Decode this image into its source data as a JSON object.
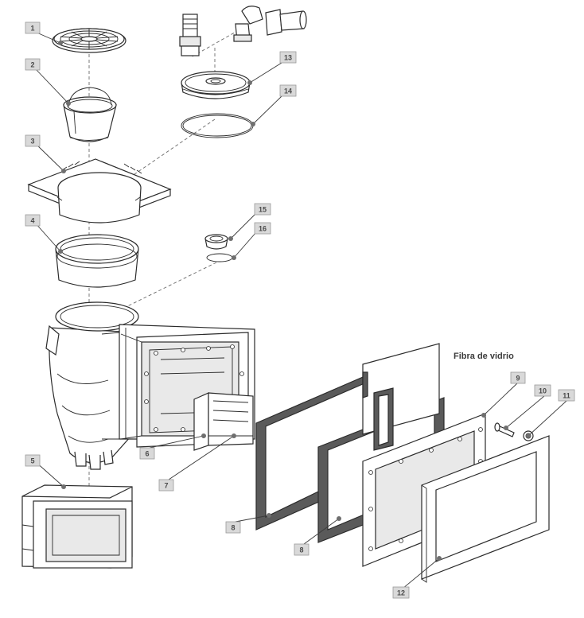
{
  "diagram": {
    "caption": "Fibra de vidrio",
    "callouts": [
      {
        "id": "c1",
        "label": "1"
      },
      {
        "id": "c2",
        "label": "2"
      },
      {
        "id": "c3",
        "label": "3"
      },
      {
        "id": "c4",
        "label": "4"
      },
      {
        "id": "c5",
        "label": "5"
      },
      {
        "id": "c6",
        "label": "6"
      },
      {
        "id": "c7",
        "label": "7"
      },
      {
        "id": "c8a",
        "label": "8"
      },
      {
        "id": "c8b",
        "label": "8"
      },
      {
        "id": "c9",
        "label": "9"
      },
      {
        "id": "c10",
        "label": "10"
      },
      {
        "id": "c11",
        "label": "11"
      },
      {
        "id": "c12",
        "label": "12"
      },
      {
        "id": "c13",
        "label": "13"
      },
      {
        "id": "c14",
        "label": "14"
      },
      {
        "id": "c15",
        "label": "15"
      },
      {
        "id": "c16",
        "label": "16"
      }
    ]
  }
}
